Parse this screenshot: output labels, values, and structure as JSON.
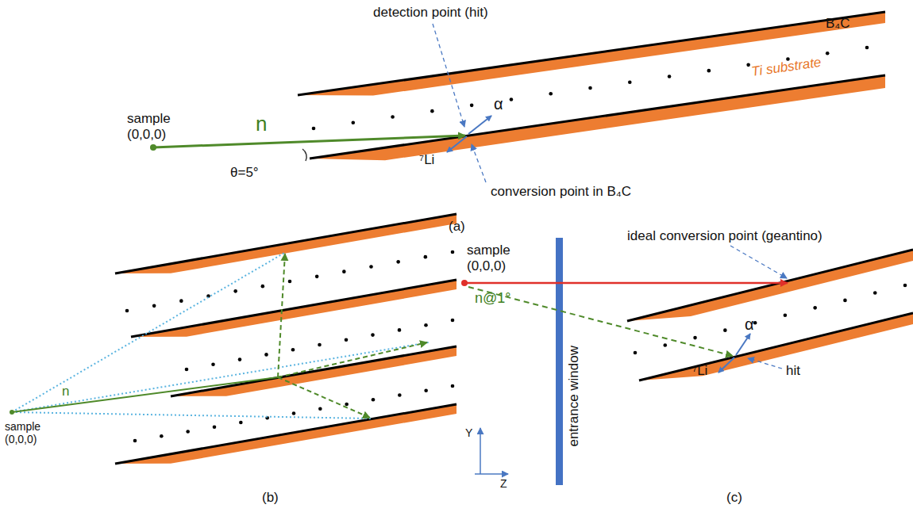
{
  "diagram": {
    "labels": [
      "detection point (hit)",
      "B₄C",
      "sample (0,0,0)",
      "n",
      "α",
      "θ=5°",
      "⁷Li",
      "Ti substrate",
      "conversion point in B₄C",
      "(a)",
      "sample (0,0,0)",
      "n",
      "Y",
      "Z",
      "(b)",
      "sample (0,0,0)",
      "n@1°",
      "entrance window",
      "ideal conversion point (geantino)",
      "α",
      "⁷Li",
      "hit",
      "(c)"
    ]
  }
}
